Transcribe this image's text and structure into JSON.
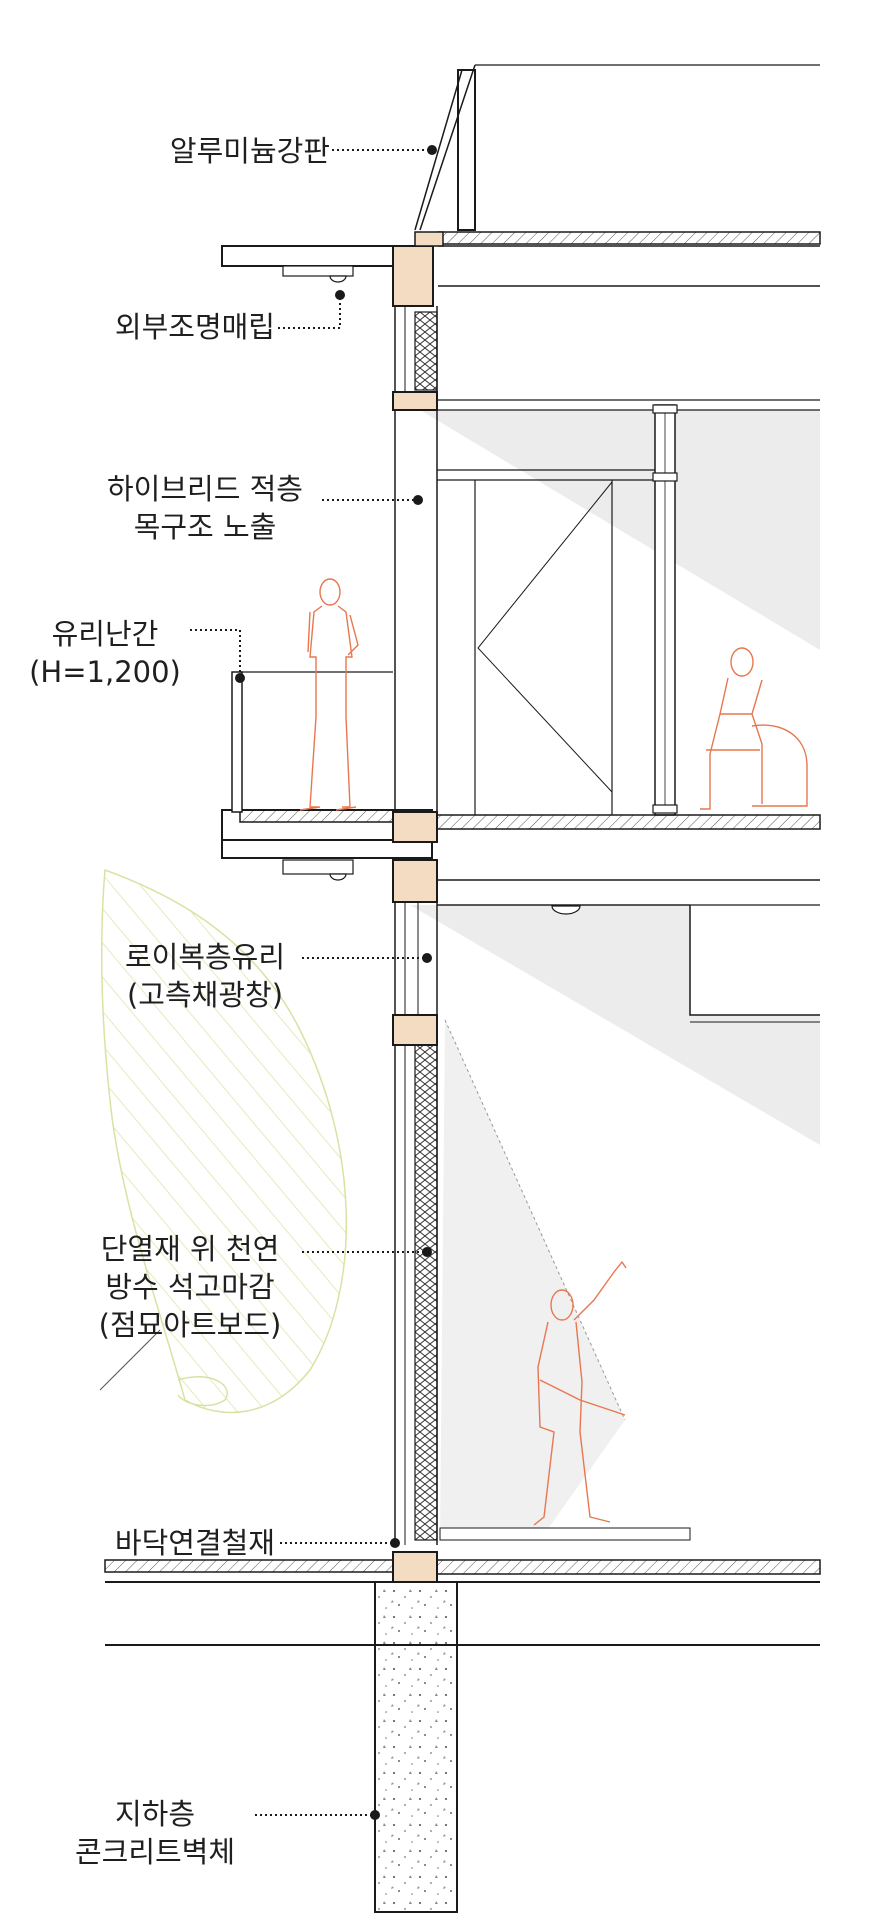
{
  "labels": {
    "aluminum": "알루미늄강판",
    "exterior_light": "외부조명매립",
    "hybrid_line1": "하이브리드 적층",
    "hybrid_line2": "목구조 노출",
    "glass_rail_line1": "유리난간",
    "glass_rail_line2": "(H=1,200)",
    "lowe_line1": "로이복층유리",
    "lowe_line2": "(고측채광창)",
    "insul_line1": "단열재 위 천연",
    "insul_line2": "방수 석고마감",
    "insul_line3": "(점묘아트보드)",
    "floor_steel": "바닥연결철재",
    "basement_line1": "지하층",
    "basement_line2": "콘크리트벽체"
  },
  "colors": {
    "line": "#1a1a1a",
    "figure": "#e8774f",
    "wood": "#f3dcc2",
    "light": "#e9e9e9",
    "tree": "#d9e6a8"
  }
}
